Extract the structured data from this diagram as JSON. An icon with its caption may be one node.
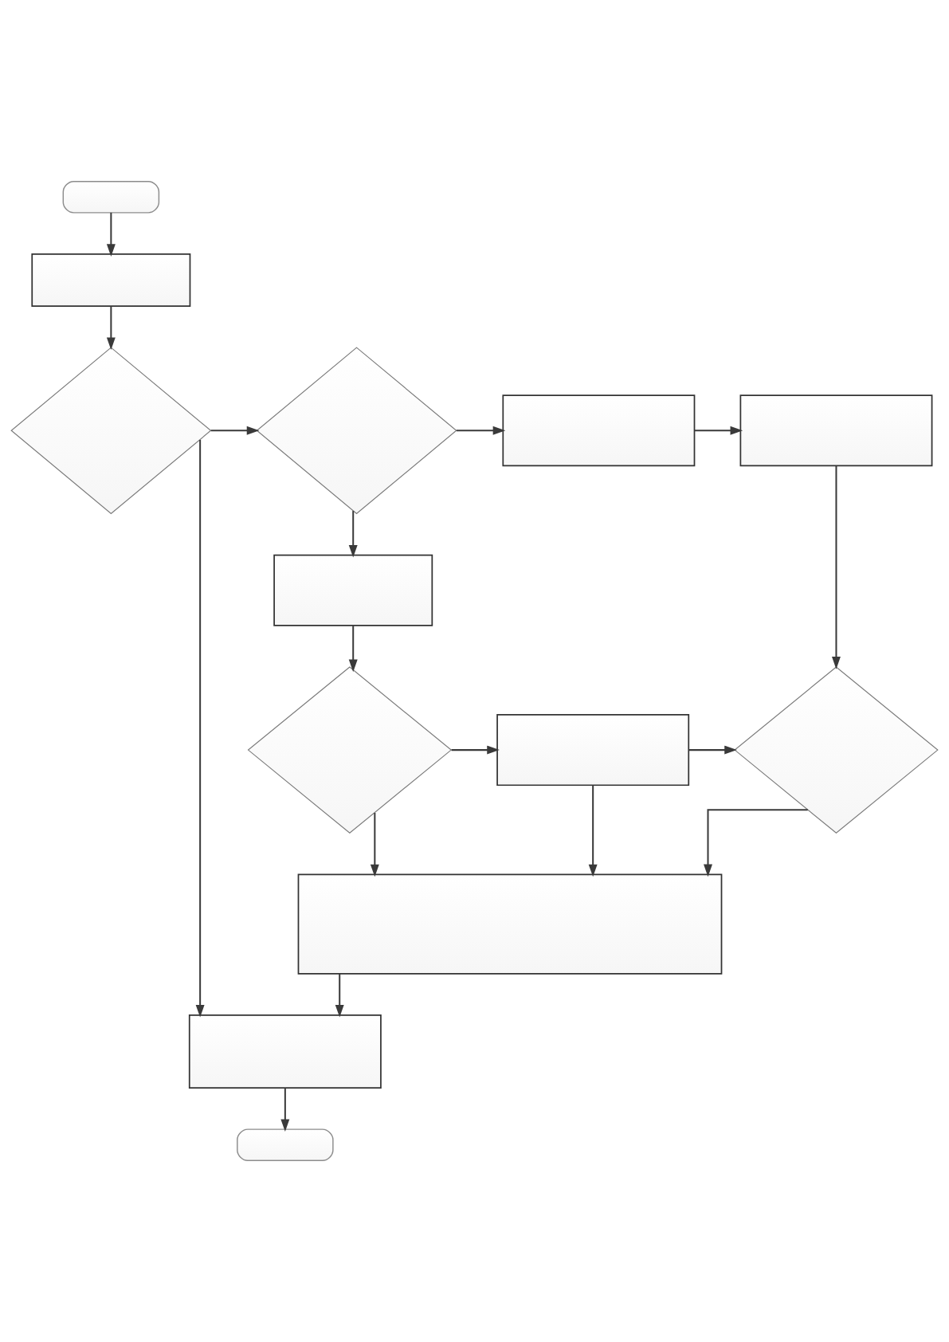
{
  "diagram": {
    "nodes": [
      {
        "text": [],
        "shape": "pill"
      },
      {
        "text": [],
        "shape": "box"
      },
      {
        "text": [],
        "shape": "diamond"
      },
      {
        "text": [],
        "shape": "diamond"
      },
      {
        "text": [],
        "shape": "box"
      },
      {
        "text": [],
        "shape": "box"
      },
      {
        "text": [],
        "shape": "box"
      },
      {
        "text": [],
        "shape": "diamond"
      },
      {
        "text": [],
        "shape": "box"
      },
      {
        "text": [],
        "shape": "diamond"
      },
      {
        "text": [],
        "shape": "box"
      },
      {
        "text": [],
        "shape": "box"
      },
      {
        "text": [],
        "shape": "pill"
      }
    ],
    "edges": [
      {
        "from": 0,
        "to": 1,
        "arrow": "to"
      },
      {
        "from": 1,
        "to": 2,
        "arrow": "to"
      },
      {
        "from": 2,
        "to": 3,
        "arrow": "to"
      },
      {
        "from": 3,
        "to": 4,
        "arrow": "to"
      },
      {
        "from": 4,
        "to": 5,
        "arrow": "to"
      },
      {
        "from": 3,
        "to": 6,
        "arrow": "to"
      },
      {
        "from": 5,
        "to": 9,
        "arrow": "to"
      },
      {
        "from": 6,
        "to": 7,
        "arrow": "to"
      },
      {
        "from": 7,
        "to": 8,
        "arrow": "to"
      },
      {
        "from": 8,
        "to": 9,
        "arrow": "to"
      },
      {
        "from": 7,
        "to": 10,
        "arrow": "to"
      },
      {
        "from": 8,
        "to": 10,
        "arrow": "to"
      },
      {
        "from": 9,
        "to": 10,
        "arrow": "to"
      },
      {
        "from": 2,
        "to": 11,
        "arrow": "to"
      },
      {
        "from": 10,
        "to": 11,
        "arrow": "to"
      },
      {
        "from": 11,
        "to": 12,
        "arrow": "to"
      }
    ]
  }
}
